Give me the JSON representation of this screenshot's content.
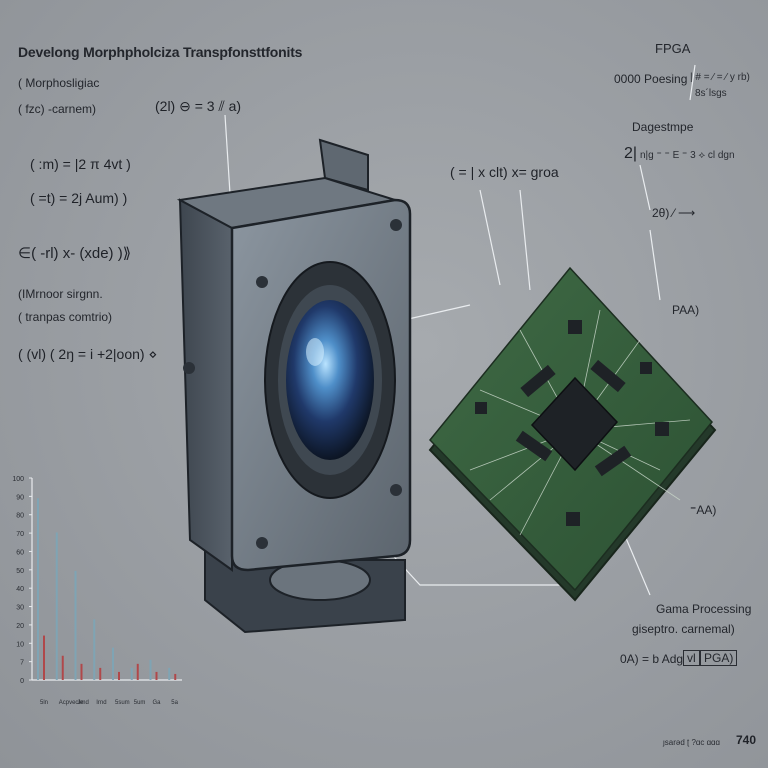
{
  "title": "Develong Morphpholciza Transpfonsttfonits",
  "fpga_label": "FPGA",
  "left_notes": {
    "line1": "( Morphosligiac",
    "line2": "( fzc) -carnem)",
    "eq1": "( :m)  = |2 π 4vt )",
    "eq2": "( =t)  = 2j Aum) )",
    "eq3": "∈( -rl)  x- (xde) )⟫",
    "line3": "(IMrnoor sirgnn.",
    "line4": "( tranpas comtrio)",
    "eq4": "( (vl)  ( 2ŋ  = i +2|oon)  ⋄"
  },
  "top_eq": "(2l)  ⊖  = 3 ⫽ a)",
  "mid_eq": "( = | x clt)  x= groa",
  "right_notes": {
    "r1": "0000 Poesing",
    "r2": "|  # = ⁄ = ⁄ y rb)",
    "r3": "8s´lsgs",
    "r4": "Dagestmpe",
    "r5": "2|",
    "r6": "n|g  ⁼ ⁼ E ⁼ 3  ⟡ cl dgn",
    "r7": "2θ) ⁄ ⟶",
    "r8": "PAA)",
    "r9": "⁼AA)",
    "r10": "Gama Processing",
    "r11": "giseptro. carnemal)",
    "r12": "0A) =  b Adg",
    "box1": "vl",
    "box2": "PGA)"
  },
  "chart_data": {
    "type": "bar",
    "yticks": [
      "100",
      "90",
      "80",
      "70",
      "60",
      "50",
      "40",
      "30",
      "20",
      "10",
      "7",
      "0"
    ],
    "xticks": [
      "5ln",
      "Acpvecle",
      "Jmd",
      "Irnd",
      "5sum",
      "5um",
      "Ga",
      "5a"
    ],
    "series": [
      {
        "values": [
          90,
          73,
          54,
          30,
          16,
          6,
          10,
          6
        ]
      },
      {
        "values": [
          22,
          12,
          8,
          6,
          4,
          8,
          4,
          3
        ]
      }
    ],
    "ylim": [
      0,
      100
    ],
    "colors": {
      "bar_a": "#7fa4b4",
      "bar_b": "#b0484a"
    }
  },
  "footer": {
    "ref": "ȷsarəd ʈ ?ɑc  ɑɑɑ",
    "page": "740"
  }
}
